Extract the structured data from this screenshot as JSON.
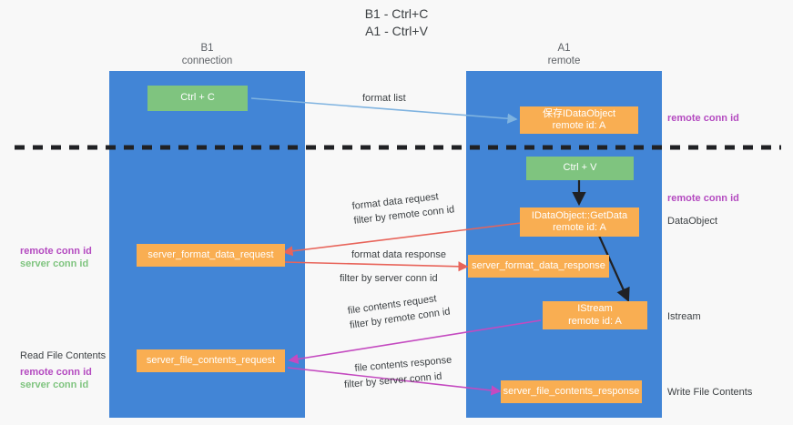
{
  "title": {
    "line1": "B1 - Ctrl+C",
    "line2": "A1 - Ctrl+V"
  },
  "columns": [
    {
      "name": "B1",
      "sub": "connection"
    },
    {
      "name": "A1",
      "sub": "remote"
    }
  ],
  "nodes": {
    "ctrl_c": {
      "label": "Ctrl + C"
    },
    "ctrl_v": {
      "label": "Ctrl + V"
    },
    "idataobject": {
      "line1": "保存IDataObject",
      "line2": "remote id: A"
    },
    "getdata": {
      "line1": "IDataObject::GetData",
      "line2": "remote id: A"
    },
    "istream": {
      "line1": "IStream",
      "line2": "remote id: A"
    },
    "server_format_data_request": {
      "label": "server_format_data_request"
    },
    "server_format_data_response": {
      "label": "server_format_data_response"
    },
    "server_file_contents_request": {
      "label": "server_file_contents_request"
    },
    "server_file_contents_response": {
      "label": "server_file_contents_response"
    }
  },
  "edge_labels": {
    "format_list": "format list",
    "format_data_request": "format data request",
    "format_data_request_filter_prefix": "filter by ",
    "format_data_request_filter_key": "remote conn id",
    "format_data_response": "format data response",
    "format_data_response_filter_prefix": "filter by ",
    "format_data_response_filter_key": "server conn id",
    "file_contents_request": "file contents request",
    "file_contents_request_filter_prefix": "filter by ",
    "file_contents_request_filter_key": "remote conn id",
    "file_contents_response": "file contents response",
    "file_contents_response_filter_prefix": "filter by ",
    "file_contents_response_filter_key": "server conn id"
  },
  "side_labels": {
    "right_remote_conn_id_top": "remote conn id",
    "right_remote_conn_id_mid": "remote conn id",
    "right_dataobject": "DataObject",
    "right_istream": "Istream",
    "right_write_file_contents": "Write File Contents",
    "left_remote_conn_id": "remote conn id",
    "left_server_conn_id": "server conn id",
    "left_read_file_contents": "Read File Contents",
    "left_remote_conn_id_2": "remote conn id",
    "left_server_conn_id_2": "server conn id"
  },
  "colors": {
    "lane": "#4285d6",
    "green_node": "#7fc47f",
    "orange_node": "#f9ae52",
    "purple": "#b44ac0",
    "green_text": "#7fc47f",
    "red_arrow": "#e8645a",
    "blue_arrow": "#7fb3e0",
    "magenta_arrow": "#c44ac0",
    "black": "#202124",
    "background": "#f8f8f8"
  },
  "divider": {
    "name": "dashed-separator"
  }
}
